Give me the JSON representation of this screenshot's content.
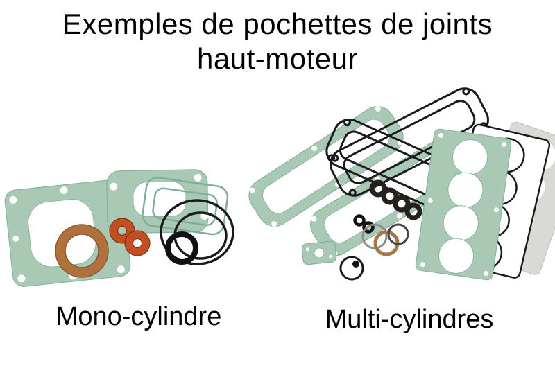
{
  "title": {
    "line1": "Exemples de pochettes de joints",
    "line2": "haut-moteur"
  },
  "captions": {
    "mono": "Mono-cylindre",
    "multi": "Multi-cylindres"
  },
  "colors": {
    "background": "#ffffff",
    "text": "#000000",
    "gasket-teal": "#a9c9b4",
    "gasket-teal-dark": "#7fae98",
    "copper": "#b0713c",
    "orange-seal": "#c24e22",
    "outline-black": "#1a1a1a",
    "paper-gray": "#d9d9d6"
  }
}
